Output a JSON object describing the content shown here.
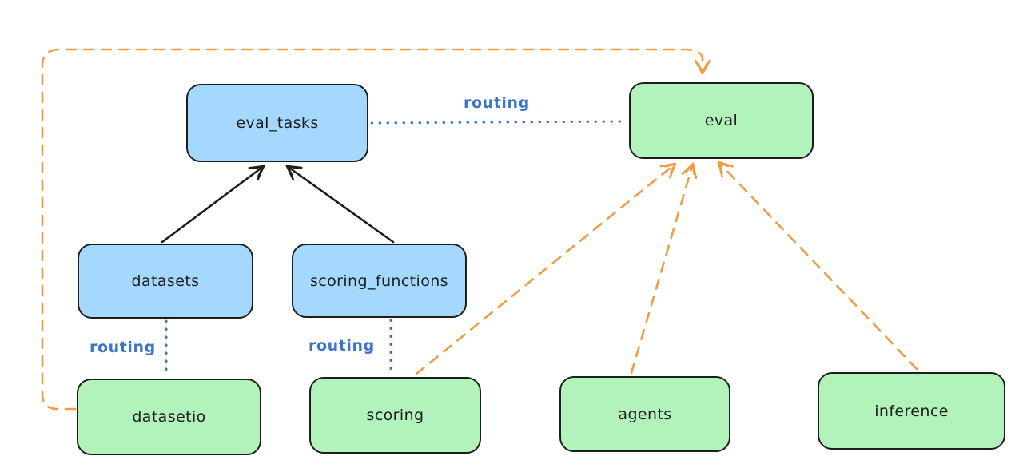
{
  "diagram": {
    "nodes": [
      {
        "id": "eval_tasks",
        "label": "eval_tasks",
        "fill": "#a5d8ff"
      },
      {
        "id": "eval",
        "label": "eval",
        "fill": "#b2f2bb"
      },
      {
        "id": "datasets",
        "label": "datasets",
        "fill": "#a5d8ff"
      },
      {
        "id": "scoring_functions",
        "label": "scoring_functions",
        "fill": "#a5d8ff"
      },
      {
        "id": "datasetio",
        "label": "datasetio",
        "fill": "#b2f2bb"
      },
      {
        "id": "scoring",
        "label": "scoring",
        "fill": "#b2f2bb"
      },
      {
        "id": "agents",
        "label": "agents",
        "fill": "#b2f2bb"
      },
      {
        "id": "inference",
        "label": "inference",
        "fill": "#b2f2bb"
      }
    ],
    "edges": [
      {
        "from": "datasets",
        "to": "eval_tasks",
        "style": "solid-arrow",
        "color": "#1e1e1e",
        "label": ""
      },
      {
        "from": "scoring_functions",
        "to": "eval_tasks",
        "style": "solid-arrow",
        "color": "#1e1e1e",
        "label": ""
      },
      {
        "from": "eval_tasks",
        "to": "eval",
        "style": "dotted",
        "color": "#3b75c9",
        "label": "routing"
      },
      {
        "from": "datasets",
        "to": "datasetio",
        "style": "dotted",
        "color": "#3b75c9",
        "label": "routing"
      },
      {
        "from": "scoring_functions",
        "to": "scoring",
        "style": "dotted",
        "color": "#3b75c9",
        "label": "routing"
      },
      {
        "from": "datasetio",
        "to": "eval",
        "style": "dashed-arrow",
        "color": "#ef9b42",
        "label": ""
      },
      {
        "from": "scoring",
        "to": "eval",
        "style": "dashed-arrow",
        "color": "#ef9b42",
        "label": ""
      },
      {
        "from": "agents",
        "to": "eval",
        "style": "dashed-arrow",
        "color": "#ef9b42",
        "label": ""
      },
      {
        "from": "inference",
        "to": "eval",
        "style": "dashed-arrow",
        "color": "#ef9b42",
        "label": ""
      }
    ],
    "colors": {
      "node_stroke": "#1e1e1e",
      "blue_node_fill": "#a5d8ff",
      "green_node_fill": "#b2f2bb",
      "routing_blue": "#3b75c9",
      "dashed_orange": "#ef9b42",
      "solid_black": "#1e1e1e",
      "background": "#ffffff"
    }
  }
}
